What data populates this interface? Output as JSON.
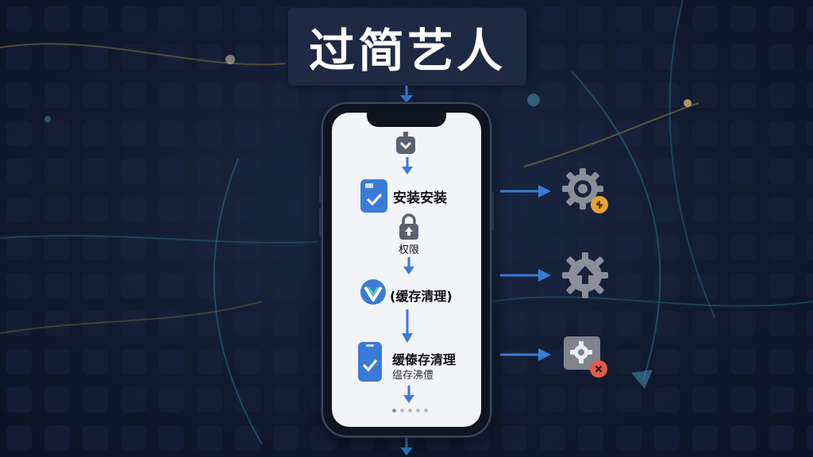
{
  "header": {
    "title": "过简艺人"
  },
  "flow": {
    "step1_label": "安装安装",
    "step2_label": "权限",
    "step3_label": "(缓存清理)",
    "step4_label": "缓傣存清理",
    "step4_sublabel": "缊存沸僼"
  },
  "pager": {
    "pages": 5,
    "active": 0
  },
  "colors": {
    "accent_blue": "#3a7bd5",
    "badge_orange": "#e8a13a",
    "badge_red": "#e15b45",
    "gear_gray": "#8a8f99"
  },
  "icons": [
    "chevron-down-icon",
    "phone-check-icon",
    "lock-icon",
    "v-logo-icon",
    "gear-icon",
    "gear-upload-icon",
    "settings-icon"
  ]
}
